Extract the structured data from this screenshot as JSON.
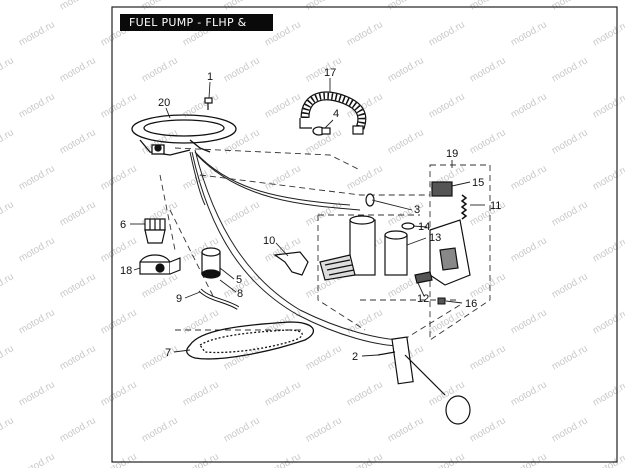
{
  "title": "FUEL PUMP - FLHP & FLHPE",
  "watermark": "motod.ru",
  "callouts": [
    {
      "id": "1",
      "label": "1"
    },
    {
      "id": "2",
      "label": "2"
    },
    {
      "id": "3",
      "label": "3"
    },
    {
      "id": "4",
      "label": "4"
    },
    {
      "id": "5",
      "label": "5"
    },
    {
      "id": "6",
      "label": "6"
    },
    {
      "id": "7",
      "label": "7"
    },
    {
      "id": "8",
      "label": "8"
    },
    {
      "id": "9",
      "label": "9"
    },
    {
      "id": "10",
      "label": "10"
    },
    {
      "id": "11",
      "label": "11"
    },
    {
      "id": "12",
      "label": "12"
    },
    {
      "id": "13",
      "label": "13"
    },
    {
      "id": "14",
      "label": "14"
    },
    {
      "id": "15",
      "label": "15"
    },
    {
      "id": "16",
      "label": "16"
    },
    {
      "id": "17",
      "label": "17"
    },
    {
      "id": "18",
      "label": "18"
    },
    {
      "id": "19",
      "label": "19"
    },
    {
      "id": "20",
      "label": "20"
    }
  ]
}
